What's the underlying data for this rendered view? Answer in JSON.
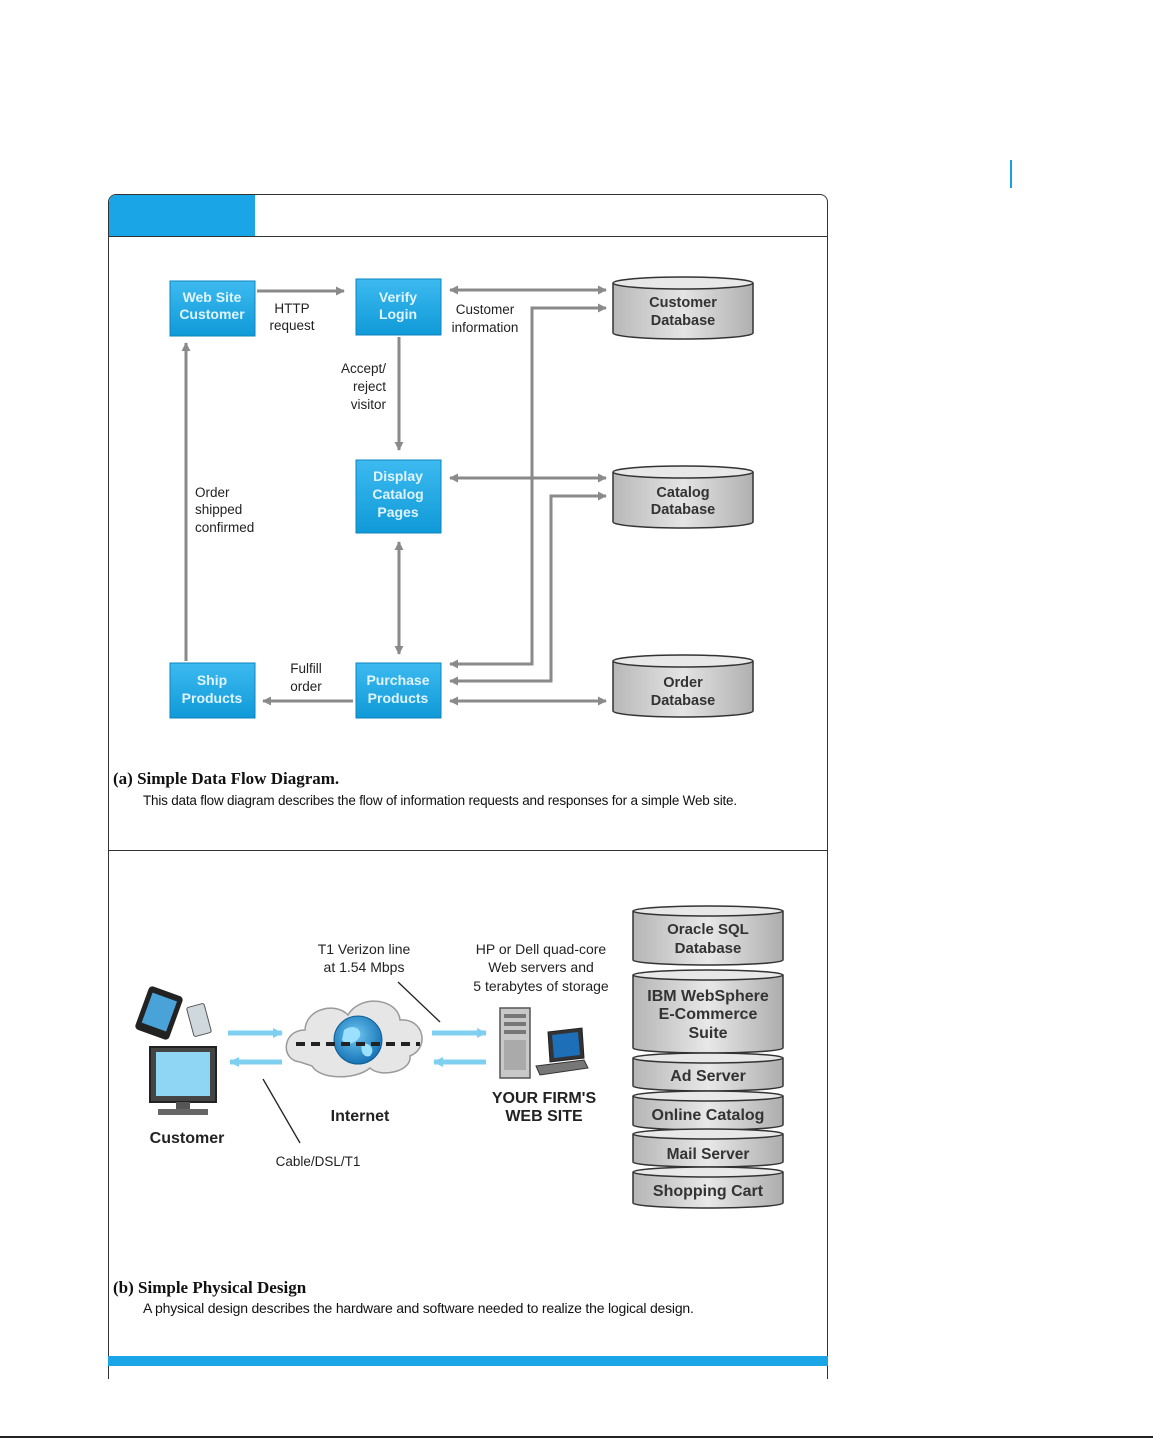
{
  "figure_a": {
    "caption_title": "(a)  Simple Data Flow Diagram.",
    "caption_text": "This data flow diagram describes the flow of information requests and responses for a simple Web site.",
    "processes": {
      "web_site_customer": [
        "Web Site",
        "Customer"
      ],
      "verify_login": [
        "Verify",
        "Login"
      ],
      "display_catalog": [
        "Display",
        "Catalog",
        "Pages"
      ],
      "purchase_products": [
        "Purchase",
        "Products"
      ],
      "ship_products": [
        "Ship",
        "Products"
      ]
    },
    "databases": {
      "customer": [
        "Customer",
        "Database"
      ],
      "catalog": [
        "Catalog",
        "Database"
      ],
      "order": [
        "Order",
        "Database"
      ]
    },
    "flow_labels": {
      "http_request": [
        "HTTP",
        "request"
      ],
      "customer_information": [
        "Customer",
        "information"
      ],
      "accept_reject": [
        "Accept/",
        "reject",
        "visitor"
      ],
      "order_shipped": [
        "Order",
        "shipped",
        "confirmed"
      ],
      "fulfill_order": [
        "Fulfill",
        "order"
      ]
    }
  },
  "figure_b": {
    "caption_title": "(b) Simple Physical Design",
    "caption_text": "A physical design describes the hardware and software needed to realize the logical design.",
    "labels": {
      "t1_line": [
        "T1 Verizon line",
        "at 1.54 Mbps"
      ],
      "servers": [
        "HP or Dell quad-core",
        "Web servers and",
        "5 terabytes of storage"
      ],
      "your_firm": [
        "YOUR FIRM'S",
        "WEB SITE"
      ],
      "internet": "Internet",
      "customer": "Customer",
      "cable": "Cable/DSL/T1"
    },
    "stack": {
      "oracle": [
        "Oracle SQL",
        "Database"
      ],
      "websphere": [
        "IBM WebSphere",
        "E-Commerce",
        "Suite"
      ],
      "ad_server": "Ad Server",
      "online_catalog": "Online Catalog",
      "mail_server": "Mail Server",
      "shopping_cart": "Shopping Cart"
    }
  },
  "colors": {
    "accent": "#1aa6e6",
    "process_fill": "#19a9ea",
    "db_fill": "#cfcfcf",
    "arrow_gray": "#8a8a8a",
    "arrow_blue": "#7fd0f0"
  }
}
